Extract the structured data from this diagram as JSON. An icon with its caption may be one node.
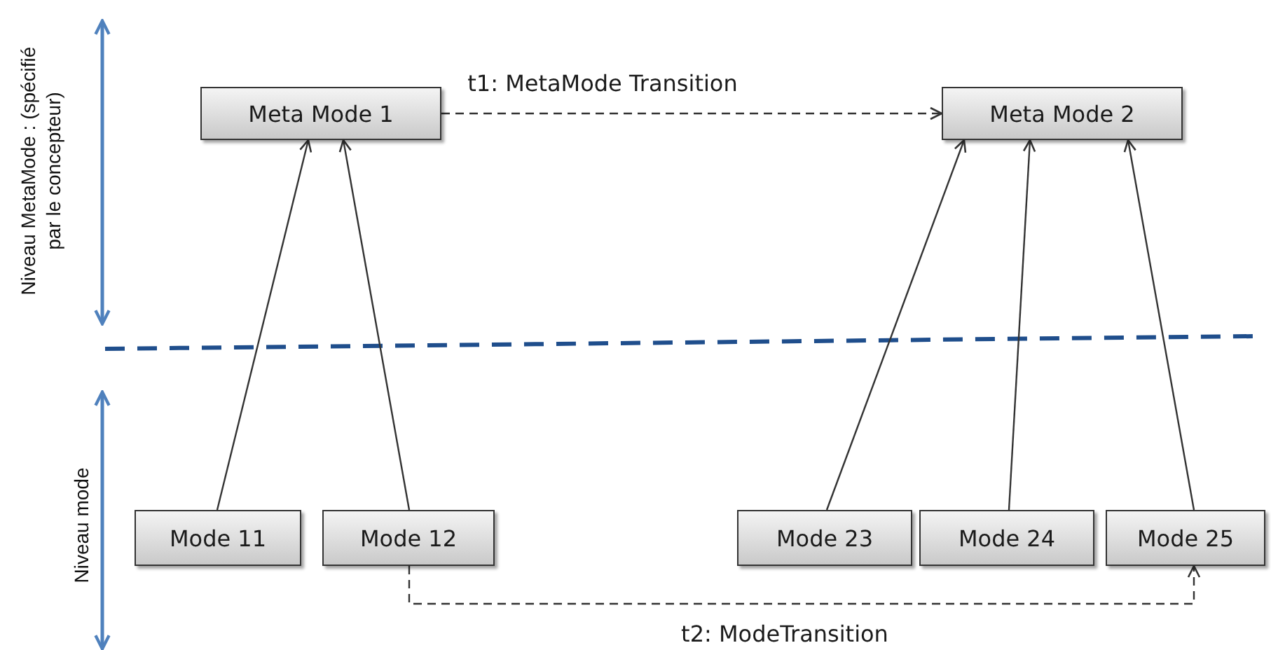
{
  "diagram": {
    "nodes": [
      {
        "text": [
          "Meta Mode 1"
        ]
      },
      {
        "text": [
          "Meta Mode 2"
        ]
      },
      {
        "text": [
          "Mode 11"
        ]
      },
      {
        "text": [
          "Mode 12"
        ]
      },
      {
        "text": [
          "Mode 23"
        ]
      },
      {
        "text": [
          "Mode 24"
        ]
      },
      {
        "text": [
          "Mode 25"
        ]
      }
    ],
    "edges": [
      {
        "from": 0,
        "to": 1,
        "arrow": "to",
        "label": "t1: MetaMode Transition",
        "style": "dashed"
      },
      {
        "from": 2,
        "to": 0,
        "arrow": "to"
      },
      {
        "from": 3,
        "to": 0,
        "arrow": "to"
      },
      {
        "from": 4,
        "to": 1,
        "arrow": "to"
      },
      {
        "from": 5,
        "to": 1,
        "arrow": "to"
      },
      {
        "from": 6,
        "to": 1,
        "arrow": "to"
      },
      {
        "from": 3,
        "to": 6,
        "arrow": "to",
        "label": "t2: ModeTransition",
        "style": "dashed"
      }
    ],
    "labels": [
      "Niveau MetaMode : (spécifié par le concepteur)",
      "Niveau mode"
    ]
  }
}
